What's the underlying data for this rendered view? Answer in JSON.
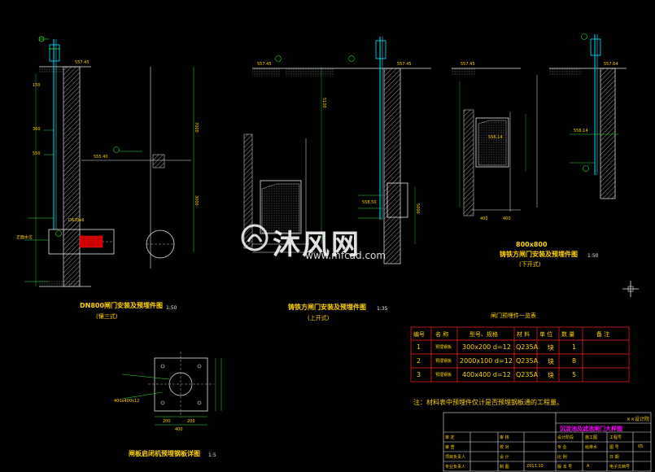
{
  "colors": {
    "background": "#000000",
    "line_white": "#e8e8e8",
    "line_cyan": "#00e5ff",
    "line_green": "#35e035",
    "text_yellow": "#ffd400",
    "table_red": "#ff2020",
    "title_magenta": "#ff00ff"
  },
  "drawing": {
    "view1": {
      "caption": "DN800闸门安装及预埋件图",
      "sub": "(镶三式)",
      "scale": "1:50",
      "dims": [
        "557.45",
        "555.40",
        "150",
        "360",
        "550",
        "7000",
        "3000"
      ],
      "labels": [
        "正面水位",
        "D630x6"
      ]
    },
    "view2": {
      "caption": "铸铁方闸门安装及预埋件图",
      "sub": "(上开式)",
      "scale": "1:35",
      "dims": [
        "557.45",
        "557.45",
        "5100",
        "5000",
        "558.50"
      ]
    },
    "view3": {
      "caption": "铸铁方闸门安装及预埋件图",
      "sub": "(下开式)",
      "title_dim": "800x800",
      "scale": "1:50",
      "dims": [
        "557.45",
        "557.64",
        "556.14",
        "556.14",
        "400",
        "400"
      ]
    },
    "view4": {
      "caption": "闸板启闭机预埋钢板详图",
      "scale": "1:5",
      "dims": [
        "400x400x12",
        "200",
        "200",
        "400"
      ]
    }
  },
  "bom": {
    "title": "闸门预埋件一览表",
    "headers": [
      "编号",
      "名 称",
      "型号、规格",
      "材 料",
      "单 位",
      "数 量",
      "备 注"
    ],
    "rows": [
      [
        "1",
        "预埋钢板",
        "300x200 d=12",
        "Q235A",
        "块",
        "1",
        ""
      ],
      [
        "2",
        "预埋钢板",
        "2000x100 d=12",
        "Q235A",
        "块",
        "8",
        ""
      ],
      [
        "3",
        "预埋钢板",
        "400x400 d=12",
        "Q235A",
        "块",
        "5",
        ""
      ]
    ],
    "note": "注：材料表中预埋件仅计是否预埋钢板通的工程量。"
  },
  "title_block": {
    "company": "××设计院",
    "drawing_name": "沉淀池及滤池闸门大样图",
    "rows": [
      [
        "审  定",
        "",
        "审  核",
        "",
        "设计阶段",
        "施工图",
        "工程号",
        ""
      ],
      [
        "审  查",
        "",
        "校  对",
        "",
        "专  业",
        "给排水",
        "图  号",
        "05"
      ],
      [
        "项目负责人",
        "",
        "设  计",
        "",
        "比  例",
        "",
        "日  期",
        ""
      ],
      [
        "专业负责人",
        "",
        "制  图",
        "2013.10",
        "版 本 号",
        "A",
        "电子文档号",
        ""
      ]
    ]
  },
  "watermark": {
    "text": "沐风网",
    "url": "www.mfcad.com"
  }
}
